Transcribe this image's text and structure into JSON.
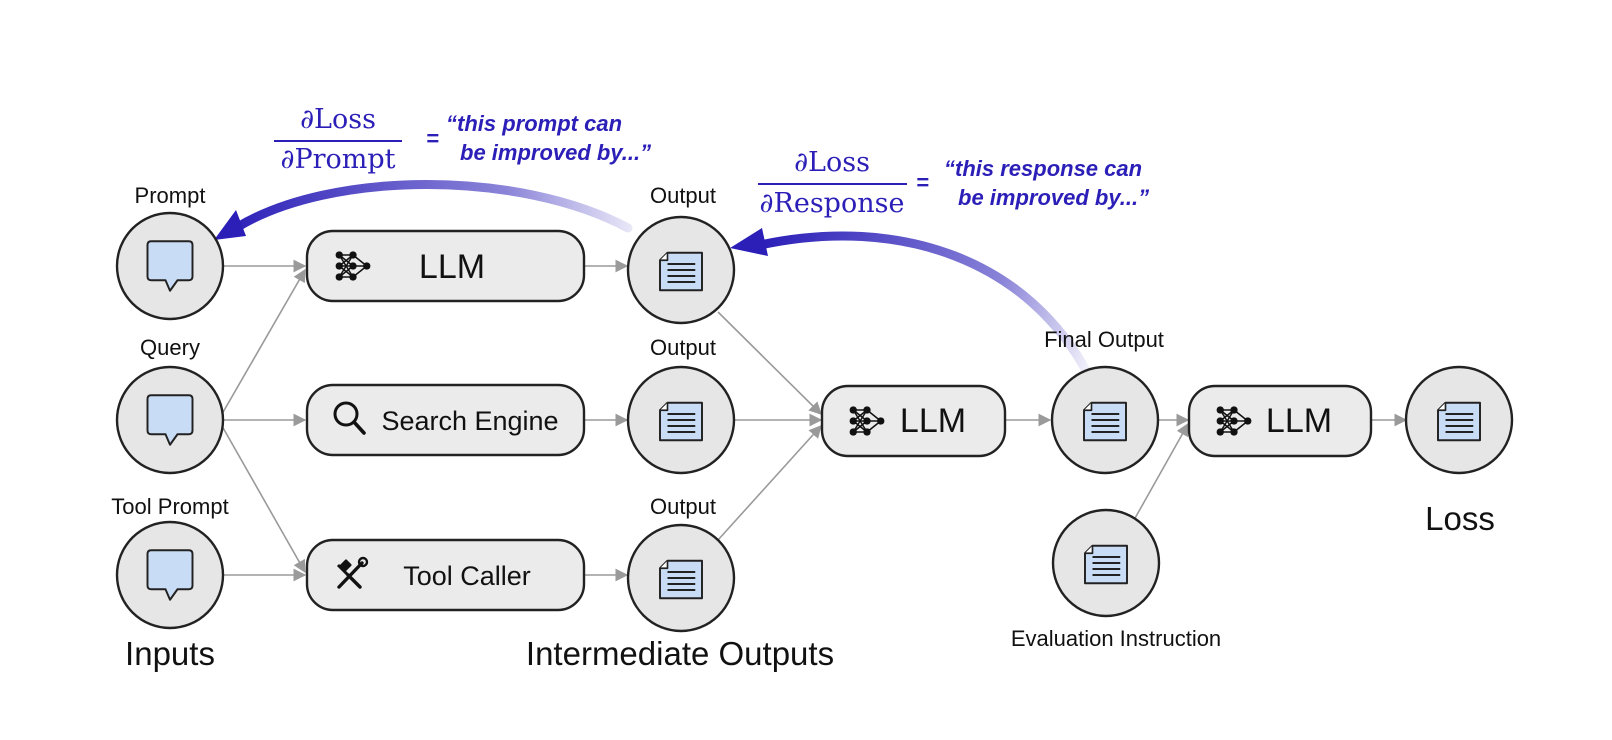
{
  "inputs": {
    "group_label": "Inputs",
    "prompt_label": "Prompt",
    "query_label": "Query",
    "tool_prompt_label": "Tool Prompt"
  },
  "modules": {
    "llm_label": "LLM",
    "search_label": "Search Engine",
    "tool_caller_label": "Tool Caller"
  },
  "intermediate": {
    "group_label": "Intermediate Outputs",
    "output_label": "Output"
  },
  "final": {
    "llm_label": "LLM",
    "final_output_label": "Final Output",
    "eval_llm_label": "LLM",
    "eval_instruction_label": "Evaluation Instruction",
    "loss_label": "Loss"
  },
  "gradients": {
    "prompt_numerator": "∂Loss",
    "prompt_denominator": "∂Prompt",
    "prompt_equals": "=",
    "prompt_quote_line1": "“this prompt can",
    "prompt_quote_line2": "be improved by...”",
    "response_numerator": "∂Loss",
    "response_denominator": "∂Response",
    "response_equals": "=",
    "response_quote_line1": "“this response can",
    "response_quote_line2": "be improved by...”"
  },
  "colors": {
    "gradient_arrow": "#2b1fb8",
    "icon_fill": "#c9dcf5",
    "node_fill": "#e6e6e6",
    "edge": "#9a9a9a"
  },
  "icons": {
    "input_nodes": "speech-bubble-icon",
    "output_nodes": "document-icon",
    "llm_boxes": "neural-network-icon",
    "search_box": "magnifier-icon",
    "tool_box": "tools-icon"
  }
}
